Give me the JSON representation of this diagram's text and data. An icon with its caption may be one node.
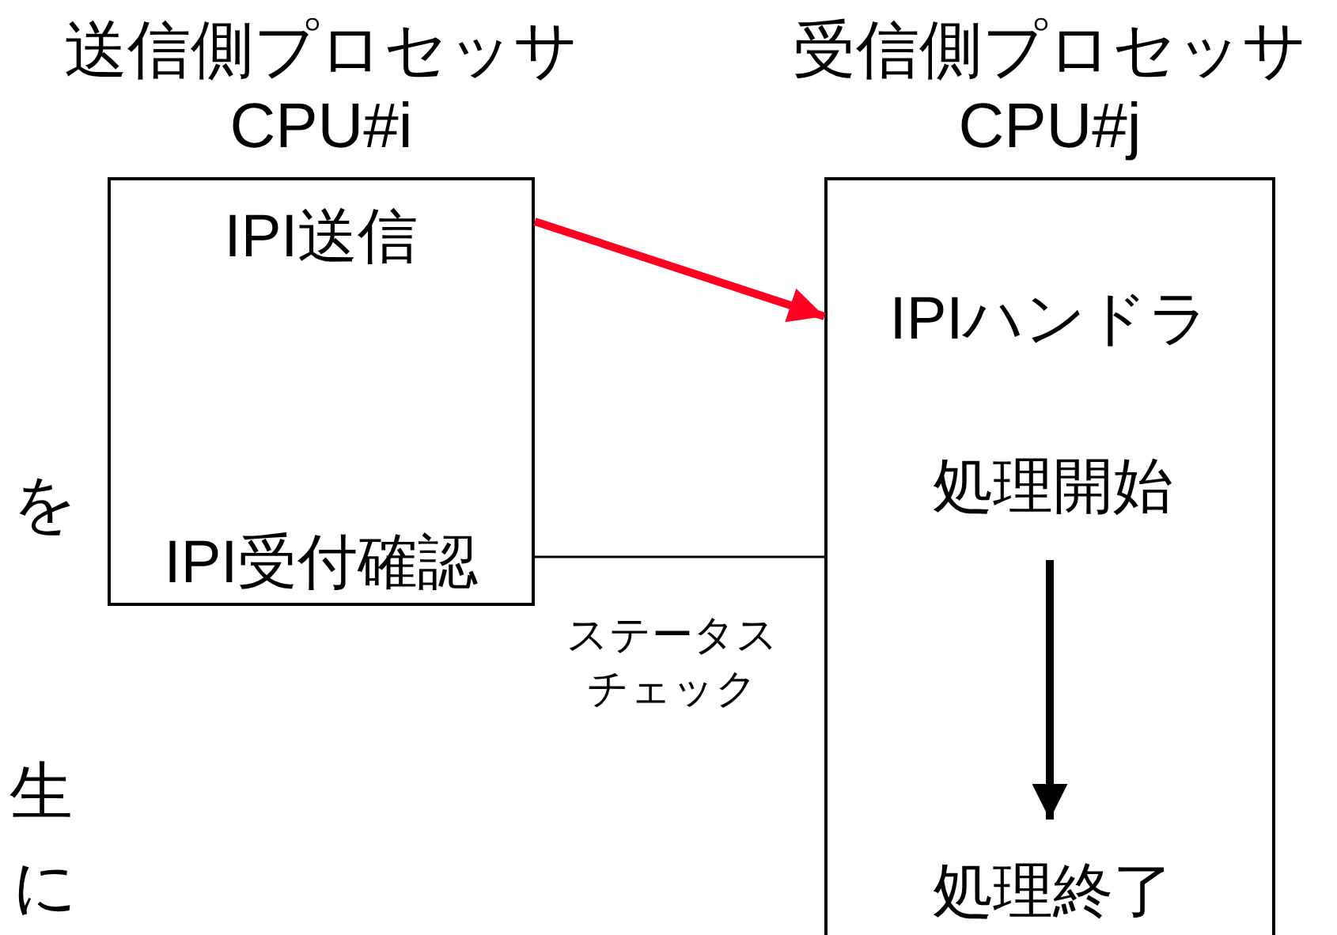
{
  "diagram": {
    "nodes": [
      {
        "text": [
          "送信側プロセッサ CPU#i",
          "IPI送信",
          "IPI受付確認"
        ]
      },
      {
        "text": [
          "受信側プロセッサ CPU#j",
          "IPIハンドラ"
        ]
      },
      {
        "text": [
          "処理開始"
        ],
        "in": 1
      },
      {
        "text": [
          "処理終了"
        ],
        "in": 1
      }
    ],
    "edges": [
      {
        "from": 0,
        "to": 1,
        "arrow": "to",
        "color": "#ff0022"
      },
      {
        "from": 0,
        "to": 1,
        "arrow": "none",
        "label": "ステータスチェック"
      },
      {
        "from": 2,
        "to": 3,
        "arrow": "to"
      }
    ],
    "labels": [
      "を",
      "生",
      "に"
    ]
  }
}
